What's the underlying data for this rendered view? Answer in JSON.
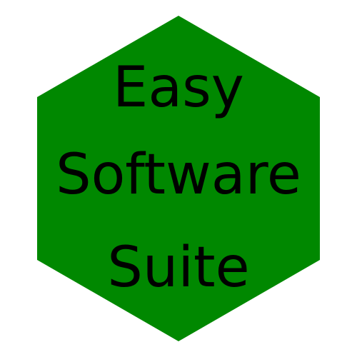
{
  "logo": {
    "line1": "Easy",
    "line2": "Software",
    "line3": "Suite"
  },
  "colors": {
    "background": "#ffffff",
    "hexagon_fill": "#008800",
    "text": "#000000"
  }
}
